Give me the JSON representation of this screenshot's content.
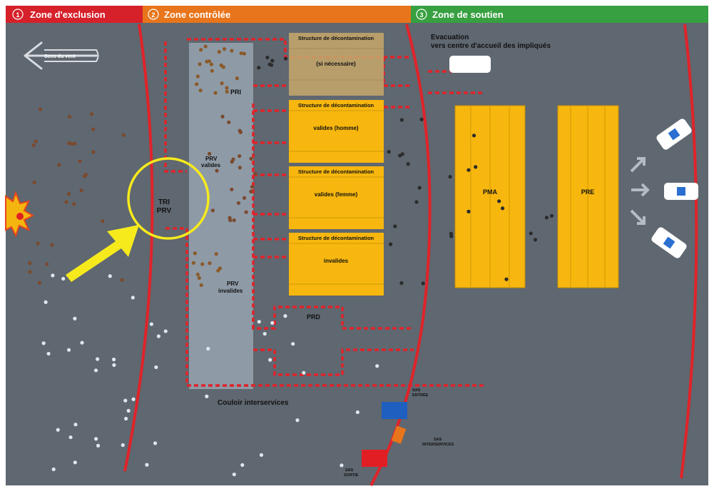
{
  "colors": {
    "background": "#5f6770",
    "zone_exclusion": "#d6202a",
    "zone_controlee": "#e8751b",
    "zone_soutien": "#37a040",
    "structure_fill": "#f7b70e",
    "prv_corridor": "#8e9aa6",
    "cordon": "#e0232a",
    "highlight": "#f7ea1c"
  },
  "zones": [
    {
      "number": "1",
      "label": "Zone d'exclusion"
    },
    {
      "number": "2",
      "label": "Zone contrôlée"
    },
    {
      "number": "3",
      "label": "Zone de soutien"
    }
  ],
  "wind": {
    "label": "Sens du vent",
    "icon": "arrow-left-icon"
  },
  "structures": [
    {
      "title": "Structure de décontamination",
      "subtitle": "(si nécessaire)"
    },
    {
      "title": "Structure de décontamination",
      "subtitle": "valides (homme)"
    },
    {
      "title": "Structure de décontamination",
      "subtitle": "valides (femme)"
    },
    {
      "title": "Structure de décontamination",
      "subtitle": "invalides"
    }
  ],
  "labels": {
    "pri": "PRI",
    "prv_valides_1": "PRV",
    "prv_valides_2": "valides",
    "tri_1": "TRI",
    "tri_2": "PRV",
    "prv_invalides_1": "PRV",
    "prv_invalides_2": "invalides",
    "prd": "PRD",
    "pma": "PMA",
    "pre": "PRE",
    "evacuation_1": "Evacuation",
    "evacuation_2": "vers centre d'accueil des impliqués",
    "couloir": "Couloir interservices",
    "sas_entree_1": "SAS",
    "sas_entree_2": "ENTRÉE",
    "sas_inter_1": "SAS",
    "sas_inter_2": "INTERSERVICES",
    "sas_sortie_1": "SAS",
    "sas_sortie_2": "SORTIE"
  },
  "icons": [
    "explosion-icon",
    "ambulance-icon",
    "highlight-circle",
    "pointer-arrow-icon"
  ]
}
